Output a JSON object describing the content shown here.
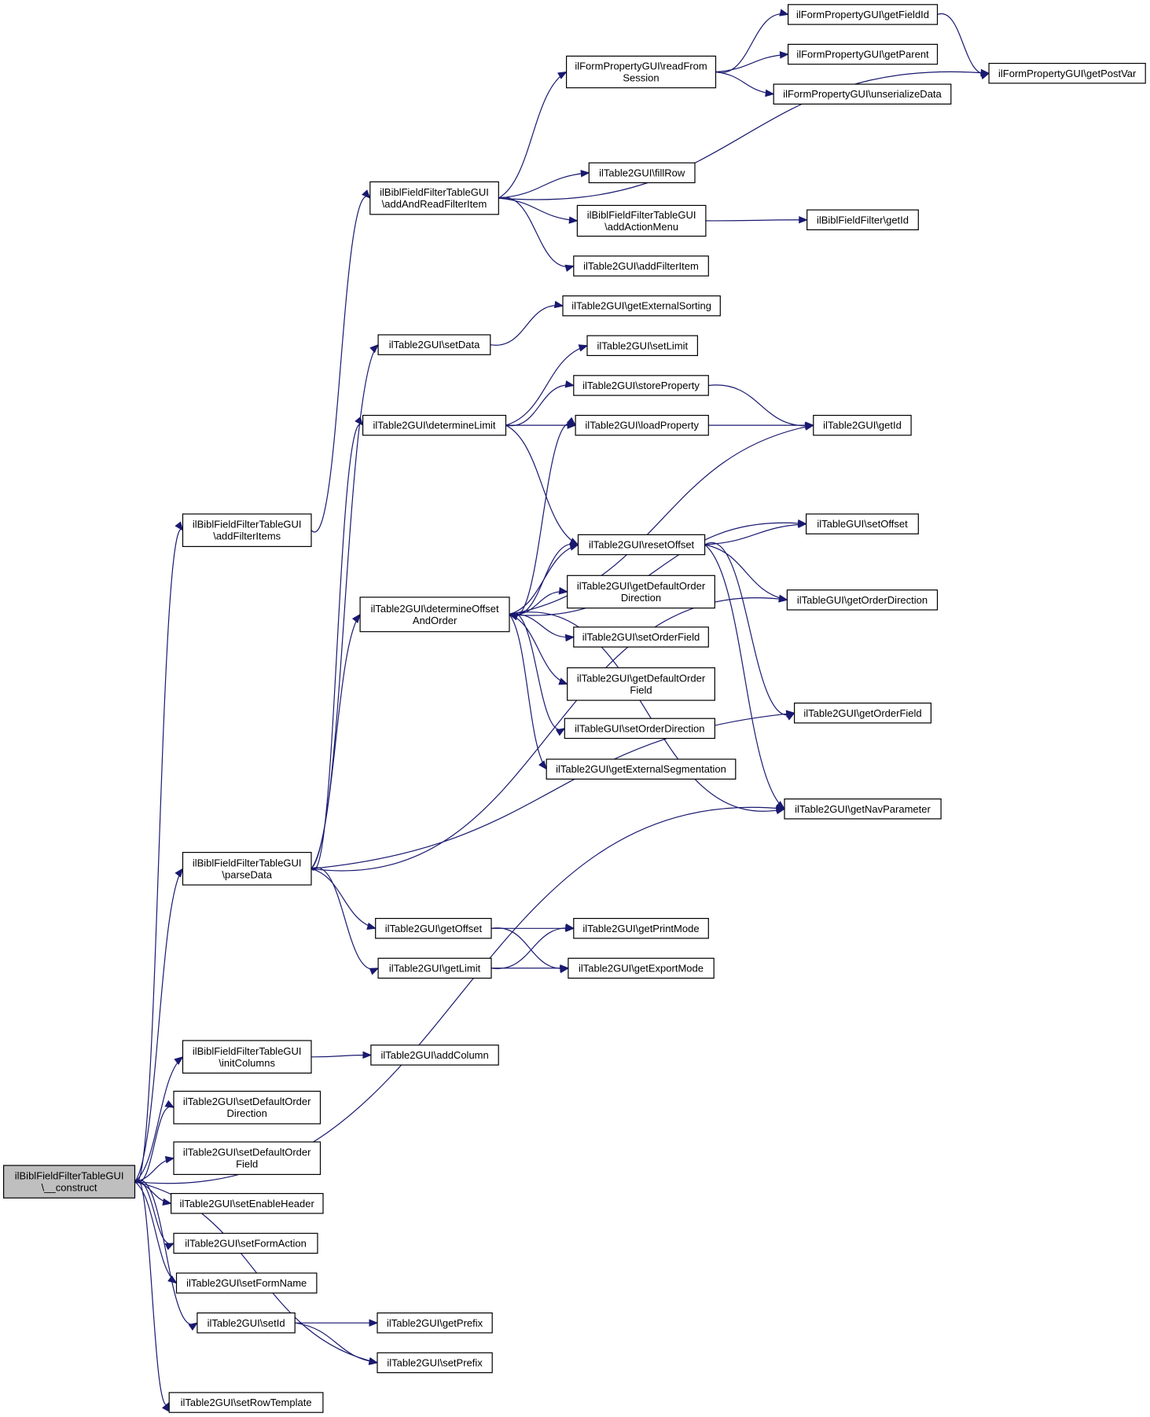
{
  "diagram": {
    "type": "call-graph",
    "colors": {
      "edge": "#191970",
      "root_fill": "#bfbfbf",
      "node_fill": "#ffffff",
      "border": "#000000"
    },
    "nodes": [
      {
        "id": "construct",
        "lines": [
          "ilBiblFieldFilterTableGUI",
          "\\__construct"
        ],
        "root": true
      },
      {
        "id": "addFilterItems",
        "lines": [
          "ilBiblFieldFilterTableGUI",
          "\\addFilterItems"
        ]
      },
      {
        "id": "parseData",
        "lines": [
          "ilBiblFieldFilterTableGUI",
          "\\parseData"
        ]
      },
      {
        "id": "initColumns",
        "lines": [
          "ilBiblFieldFilterTableGUI",
          "\\initColumns"
        ]
      },
      {
        "id": "setDefaultOrderDirection",
        "lines": [
          "ilTable2GUI\\setDefaultOrder",
          "Direction"
        ]
      },
      {
        "id": "setDefaultOrderField",
        "lines": [
          "ilTable2GUI\\setDefaultOrder",
          "Field"
        ]
      },
      {
        "id": "setEnableHeader",
        "lines": [
          "ilTable2GUI\\setEnableHeader"
        ]
      },
      {
        "id": "setFormAction",
        "lines": [
          "ilTable2GUI\\setFormAction"
        ]
      },
      {
        "id": "setFormName",
        "lines": [
          "ilTable2GUI\\setFormName"
        ]
      },
      {
        "id": "setId",
        "lines": [
          "ilTable2GUI\\setId"
        ]
      },
      {
        "id": "setRowTemplate",
        "lines": [
          "ilTable2GUI\\setRowTemplate"
        ]
      },
      {
        "id": "addAndReadFilterItem",
        "lines": [
          "ilBiblFieldFilterTableGUI",
          "\\addAndReadFilterItem"
        ]
      },
      {
        "id": "setData",
        "lines": [
          "ilTable2GUI\\setData"
        ]
      },
      {
        "id": "determineLimit",
        "lines": [
          "ilTable2GUI\\determineLimit"
        ]
      },
      {
        "id": "determineOffsetAndOrder",
        "lines": [
          "ilTable2GUI\\determineOffset",
          "AndOrder"
        ]
      },
      {
        "id": "getOffset",
        "lines": [
          "ilTable2GUI\\getOffset"
        ]
      },
      {
        "id": "getLimit",
        "lines": [
          "ilTable2GUI\\getLimit"
        ]
      },
      {
        "id": "addColumn",
        "lines": [
          "ilTable2GUI\\addColumn"
        ]
      },
      {
        "id": "getPrefix",
        "lines": [
          "ilTable2GUI\\getPrefix"
        ]
      },
      {
        "id": "setPrefix",
        "lines": [
          "ilTable2GUI\\setPrefix"
        ]
      },
      {
        "id": "readFromSession",
        "lines": [
          "ilFormPropertyGUI\\readFrom",
          "Session"
        ]
      },
      {
        "id": "fillRow",
        "lines": [
          "ilTable2GUI\\fillRow"
        ]
      },
      {
        "id": "addActionMenu",
        "lines": [
          "ilBiblFieldFilterTableGUI",
          "\\addActionMenu"
        ]
      },
      {
        "id": "addFilterItem",
        "lines": [
          "ilTable2GUI\\addFilterItem"
        ]
      },
      {
        "id": "getExternalSorting",
        "lines": [
          "ilTable2GUI\\getExternalSorting"
        ]
      },
      {
        "id": "setLimit",
        "lines": [
          "ilTable2GUI\\setLimit"
        ]
      },
      {
        "id": "storeProperty",
        "lines": [
          "ilTable2GUI\\storeProperty"
        ]
      },
      {
        "id": "loadProperty",
        "lines": [
          "ilTable2GUI\\loadProperty"
        ]
      },
      {
        "id": "resetOffset",
        "lines": [
          "ilTable2GUI\\resetOffset"
        ]
      },
      {
        "id": "getDefaultOrderDirection",
        "lines": [
          "ilTable2GUI\\getDefaultOrder",
          "Direction"
        ]
      },
      {
        "id": "setOrderField",
        "lines": [
          "ilTable2GUI\\setOrderField"
        ]
      },
      {
        "id": "getDefaultOrderField",
        "lines": [
          "ilTable2GUI\\getDefaultOrder",
          "Field"
        ]
      },
      {
        "id": "setOrderDirection",
        "lines": [
          "ilTableGUI\\setOrderDirection"
        ]
      },
      {
        "id": "getExternalSegmentation",
        "lines": [
          "ilTable2GUI\\getExternalSegmentation"
        ]
      },
      {
        "id": "getPrintMode",
        "lines": [
          "ilTable2GUI\\getPrintMode"
        ]
      },
      {
        "id": "getExportMode",
        "lines": [
          "ilTable2GUI\\getExportMode"
        ]
      },
      {
        "id": "getFieldId",
        "lines": [
          "ilFormPropertyGUI\\getFieldId"
        ]
      },
      {
        "id": "getParent",
        "lines": [
          "ilFormPropertyGUI\\getParent"
        ]
      },
      {
        "id": "unserializeData",
        "lines": [
          "ilFormPropertyGUI\\unserializeData"
        ]
      },
      {
        "id": "filterGetId",
        "lines": [
          "ilBiblFieldFilter\\getId"
        ]
      },
      {
        "id": "getId",
        "lines": [
          "ilTable2GUI\\getId"
        ]
      },
      {
        "id": "setOffset",
        "lines": [
          "ilTableGUI\\setOffset"
        ]
      },
      {
        "id": "getOrderDirection",
        "lines": [
          "ilTableGUI\\getOrderDirection"
        ]
      },
      {
        "id": "getOrderField",
        "lines": [
          "ilTable2GUI\\getOrderField"
        ]
      },
      {
        "id": "getNavParameter",
        "lines": [
          "ilTable2GUI\\getNavParameter"
        ]
      },
      {
        "id": "getPostVar",
        "lines": [
          "ilFormPropertyGUI\\getPostVar"
        ]
      }
    ],
    "edges": [
      [
        "construct",
        "addFilterItems"
      ],
      [
        "construct",
        "parseData"
      ],
      [
        "construct",
        "getNavParameter"
      ],
      [
        "construct",
        "initColumns"
      ],
      [
        "construct",
        "setDefaultOrderDirection"
      ],
      [
        "construct",
        "setDefaultOrderField"
      ],
      [
        "construct",
        "setEnableHeader"
      ],
      [
        "construct",
        "setFormAction"
      ],
      [
        "construct",
        "setFormName"
      ],
      [
        "construct",
        "setId"
      ],
      [
        "construct",
        "setPrefix"
      ],
      [
        "construct",
        "setRowTemplate"
      ],
      [
        "addFilterItems",
        "addAndReadFilterItem"
      ],
      [
        "addAndReadFilterItem",
        "readFromSession"
      ],
      [
        "addAndReadFilterItem",
        "getPostVar"
      ],
      [
        "addAndReadFilterItem",
        "fillRow"
      ],
      [
        "addAndReadFilterItem",
        "addActionMenu"
      ],
      [
        "addAndReadFilterItem",
        "addFilterItem"
      ],
      [
        "readFromSession",
        "getFieldId"
      ],
      [
        "readFromSession",
        "getParent"
      ],
      [
        "readFromSession",
        "unserializeData"
      ],
      [
        "getFieldId",
        "getPostVar"
      ],
      [
        "addActionMenu",
        "filterGetId"
      ],
      [
        "parseData",
        "setData"
      ],
      [
        "parseData",
        "determineLimit"
      ],
      [
        "parseData",
        "determineOffsetAndOrder"
      ],
      [
        "parseData",
        "getOrderDirection"
      ],
      [
        "parseData",
        "getOrderField"
      ],
      [
        "parseData",
        "getOffset"
      ],
      [
        "parseData",
        "getLimit"
      ],
      [
        "setData",
        "getExternalSorting"
      ],
      [
        "determineLimit",
        "setLimit"
      ],
      [
        "determineLimit",
        "storeProperty"
      ],
      [
        "determineLimit",
        "loadProperty"
      ],
      [
        "determineLimit",
        "resetOffset"
      ],
      [
        "storeProperty",
        "getId"
      ],
      [
        "loadProperty",
        "getId"
      ],
      [
        "resetOffset",
        "setOffset"
      ],
      [
        "resetOffset",
        "getOrderDirection"
      ],
      [
        "resetOffset",
        "getOrderField"
      ],
      [
        "resetOffset",
        "getNavParameter"
      ],
      [
        "resetOffset",
        "determineOffsetAndOrder"
      ],
      [
        "determineOffsetAndOrder",
        "loadProperty"
      ],
      [
        "determineOffsetAndOrder",
        "getId"
      ],
      [
        "determineOffsetAndOrder",
        "setOffset"
      ],
      [
        "determineOffsetAndOrder",
        "resetOffset"
      ],
      [
        "determineOffsetAndOrder",
        "getDefaultOrderDirection"
      ],
      [
        "determineOffsetAndOrder",
        "setOrderField"
      ],
      [
        "determineOffsetAndOrder",
        "getDefaultOrderField"
      ],
      [
        "determineOffsetAndOrder",
        "setOrderDirection"
      ],
      [
        "determineOffsetAndOrder",
        "getExternalSegmentation"
      ],
      [
        "determineOffsetAndOrder",
        "getNavParameter"
      ],
      [
        "getOffset",
        "getPrintMode"
      ],
      [
        "getOffset",
        "getExportMode"
      ],
      [
        "getLimit",
        "getPrintMode"
      ],
      [
        "getLimit",
        "getExportMode"
      ],
      [
        "initColumns",
        "addColumn"
      ],
      [
        "setId",
        "getPrefix"
      ],
      [
        "setId",
        "setPrefix"
      ]
    ]
  }
}
